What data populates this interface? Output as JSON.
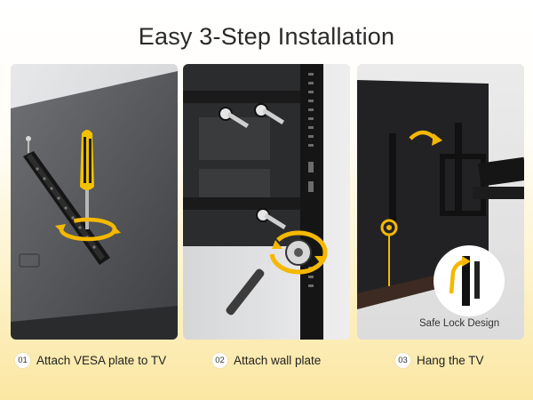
{
  "title": "Easy 3-Step Installation",
  "steps": [
    {
      "number": "01",
      "label": "Attach VESA plate to TV"
    },
    {
      "number": "02",
      "label": "Attach wall plate"
    },
    {
      "number": "03",
      "label": "Hang the TV"
    }
  ],
  "safe_lock_label": "Safe Lock Design",
  "colors": {
    "accent": "#f5b800",
    "screwdriver_handle": "#f2c200",
    "bracket": "#1c1c1c"
  }
}
